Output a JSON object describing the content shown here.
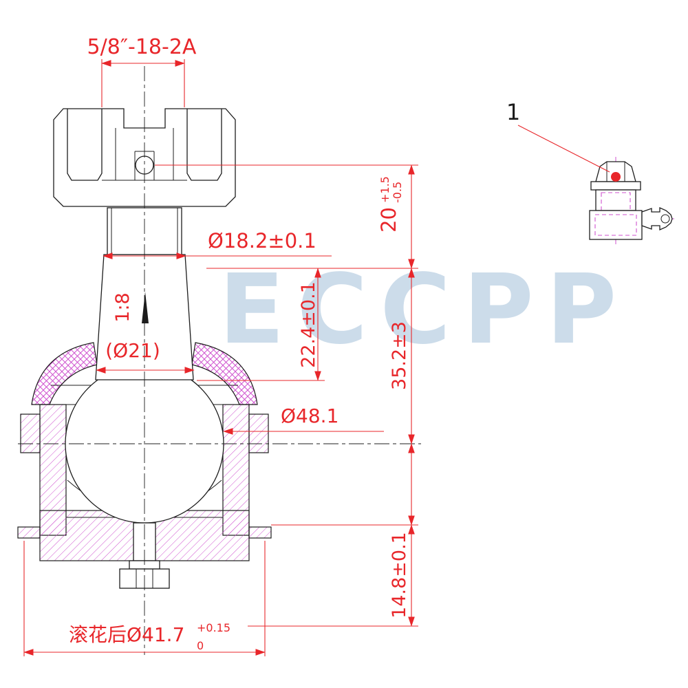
{
  "watermark": {
    "text": "ECCPP"
  },
  "callout": {
    "label": "1"
  },
  "dimensions": {
    "thread_spec": "5/8″-18-2A",
    "stud_diameter": "Ø18.2±0.1",
    "taper_ratio": "1:8",
    "taper_major_diameter": "(Ø21)",
    "taper_length": "22.4±0.1",
    "thread_length": "20",
    "thread_length_tol_plus": "+1.5",
    "thread_length_tol_minus": "-0.5",
    "stud_standing_height": "35.2±3",
    "ball_diameter": "Ø48.1",
    "lower_height": "14.8±0.1",
    "knurl_label": "滚花后Ø41.7",
    "knurl_tol_plus": "+0.15",
    "knurl_tol_minus": "0"
  },
  "colors": {
    "dim": "#e8262a",
    "hatch": "#cf52cf",
    "line": "#1c1c1c",
    "watermark": "#ccdcea"
  }
}
